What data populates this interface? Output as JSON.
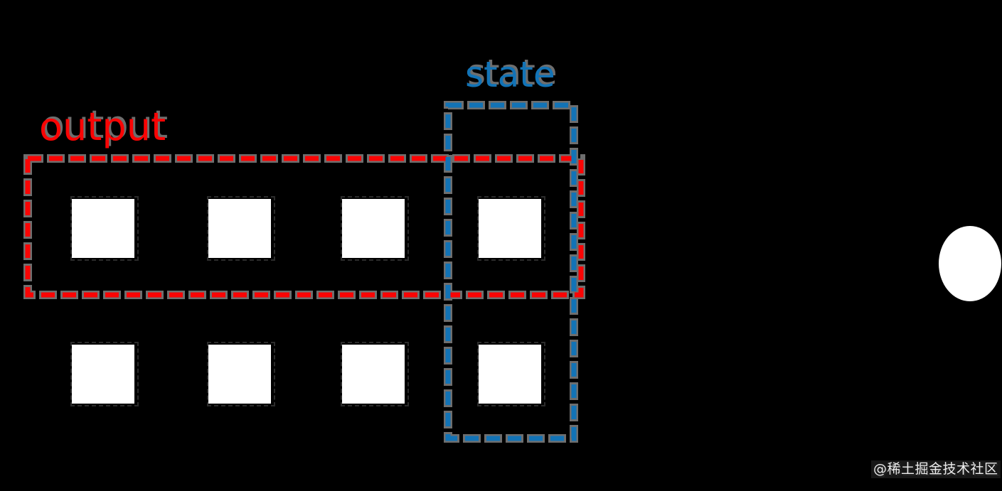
{
  "diagram": {
    "output_label": "output",
    "state_label": "state",
    "grid": {
      "rows": 2,
      "columns": 4,
      "cell_count": 8
    },
    "colors": {
      "output": "#fa0404",
      "state": "#1273b6",
      "shadow": "#6e6e6e",
      "cell_fill": "#ffffff",
      "cell_outline": "#2b2b2b",
      "bg": "#000000",
      "watermark_text": "#ededed"
    }
  },
  "watermark": {
    "text": "@稀土掘金技术社区"
  }
}
